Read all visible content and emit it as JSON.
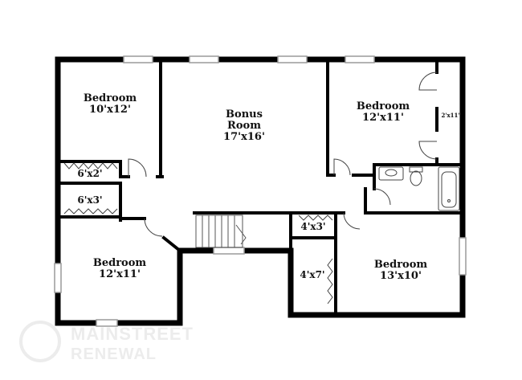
{
  "rooms": {
    "bedroom_nw": {
      "name": "Bedroom",
      "size": "10'x12'"
    },
    "bonus": {
      "name_line1": "Bonus",
      "name_line2": "Room",
      "size": "17'x16'"
    },
    "bedroom_ne": {
      "name": "Bedroom",
      "size": "12'x11'"
    },
    "closet_ne": {
      "size": "2'x11'"
    },
    "closet_a": {
      "size": "6'x2'"
    },
    "closet_b": {
      "size": "6'x3'"
    },
    "bedroom_sw": {
      "name": "Bedroom",
      "size": "12'x11'"
    },
    "closet_c": {
      "size": "4'x3'"
    },
    "closet_d": {
      "size": "4'x7'"
    },
    "bedroom_se": {
      "name": "Bedroom",
      "size": "13'x10'"
    }
  },
  "watermark": {
    "line1": "MAINSTREET",
    "line2": "RENEWAL"
  },
  "colors": {
    "wall": "#000000",
    "window": "#9a9a9a",
    "fixture": "#444444",
    "watermark": "#ececec"
  }
}
